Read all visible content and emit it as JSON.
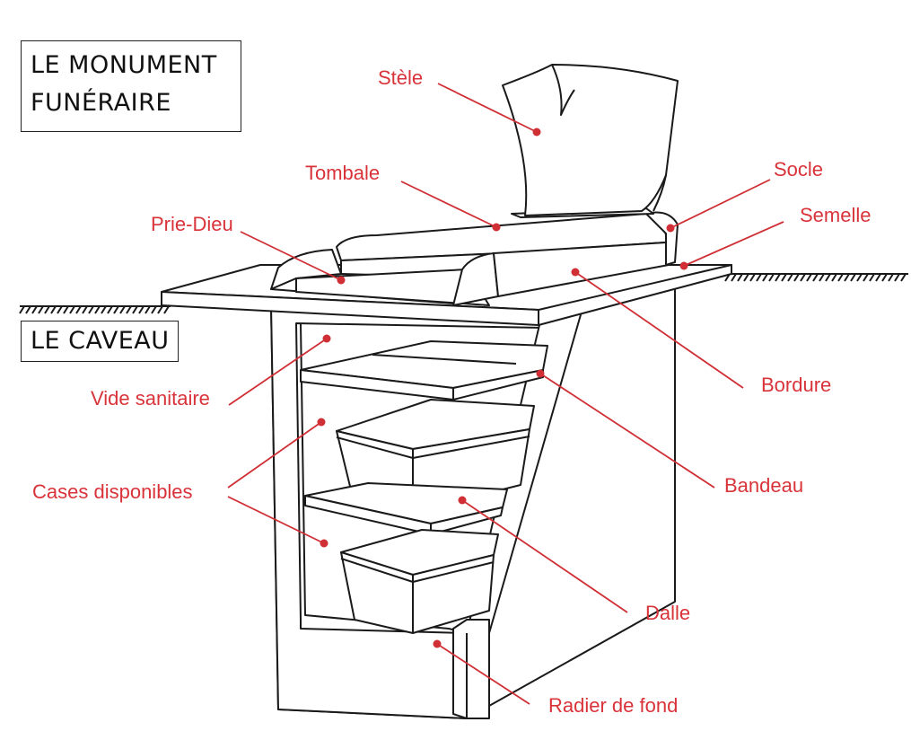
{
  "titles": {
    "monument_line1": "LE MONUMENT",
    "monument_line2": "FUNÉRAIRE",
    "caveau": "LE CAVEAU"
  },
  "labels": {
    "stele": "Stèle",
    "tombale": "Tombale",
    "socle": "Socle",
    "semelle": "Semelle",
    "prie_dieu": "Prie-Dieu",
    "bordure": "Bordure",
    "vide_sanitaire": "Vide sanitaire",
    "bandeau": "Bandeau",
    "cases_disponibles": "Cases disponibles",
    "dalle": "Dalle",
    "radier_de_fond": "Radier de fond"
  },
  "colors": {
    "label_red": "#d9333a",
    "line_black": "#1a1a1a"
  }
}
